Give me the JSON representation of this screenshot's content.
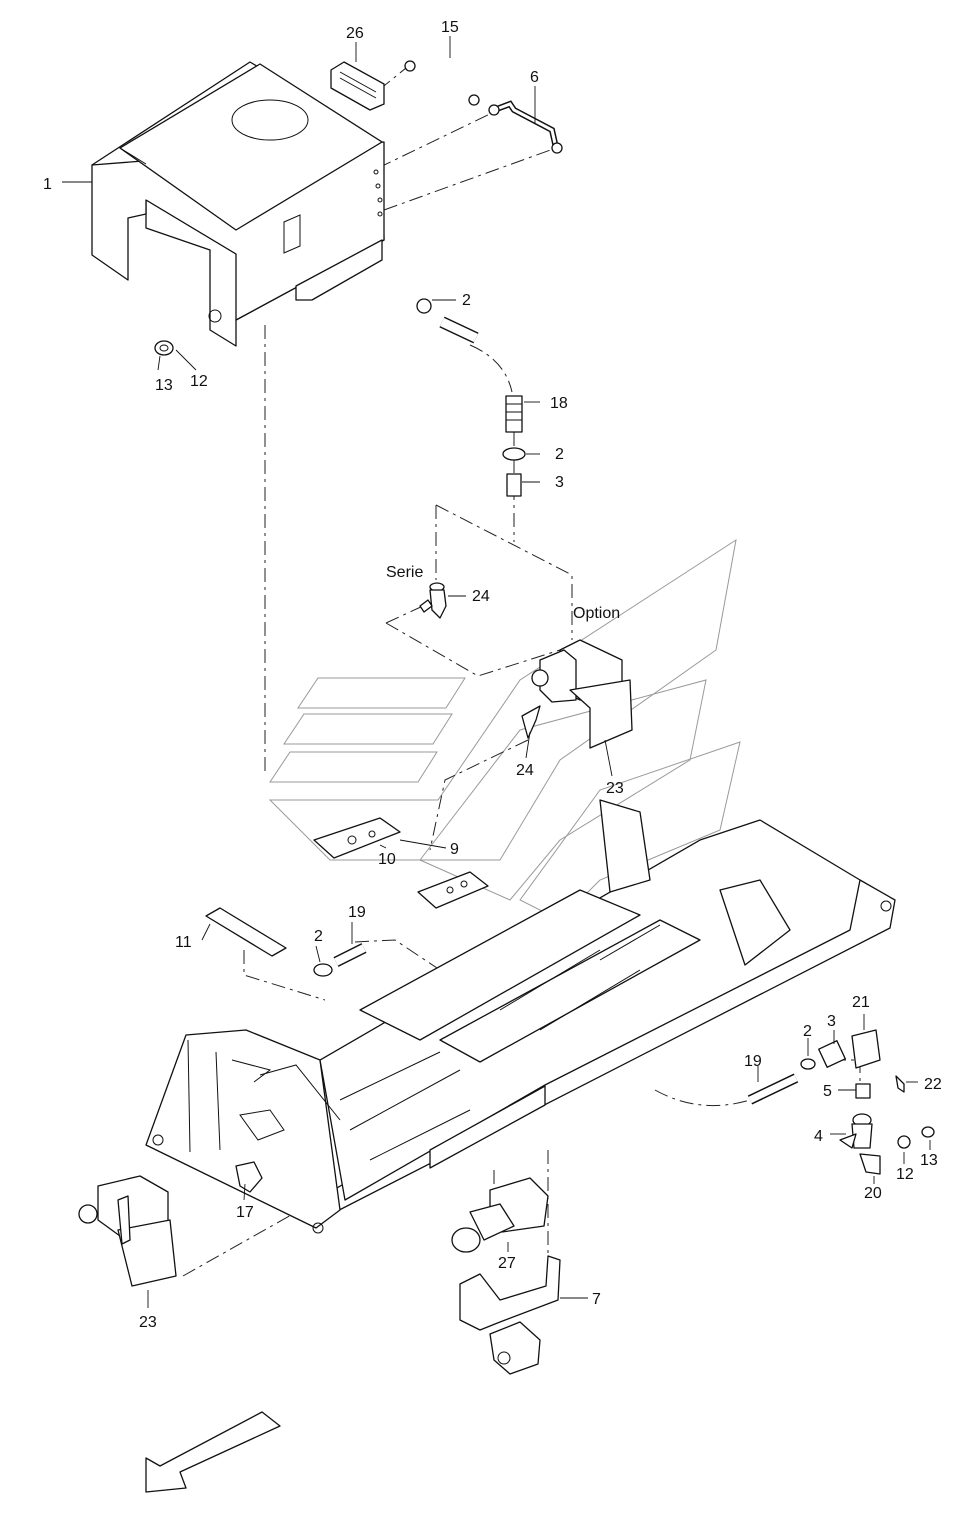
{
  "labels": {
    "p1": "1",
    "p2a": "2",
    "p2b": "2",
    "p2c": "2",
    "p2d": "2",
    "p3a": "3",
    "p3b": "3",
    "p4": "4",
    "p5": "5",
    "p6": "6",
    "p7": "7",
    "p9": "9",
    "p10": "10",
    "p11": "11",
    "p12a": "12",
    "p12b": "12",
    "p13a": "13",
    "p13b": "13",
    "p15": "15",
    "p17": "17",
    "p18": "18",
    "p19a": "19",
    "p19b": "19",
    "p20": "20",
    "p21": "21",
    "p22": "22",
    "p23a": "23",
    "p23b": "23",
    "p24a": "24",
    "p24b": "24",
    "p26": "26",
    "p27": "27"
  },
  "notes": {
    "serie": "Serie",
    "option": "Option"
  }
}
